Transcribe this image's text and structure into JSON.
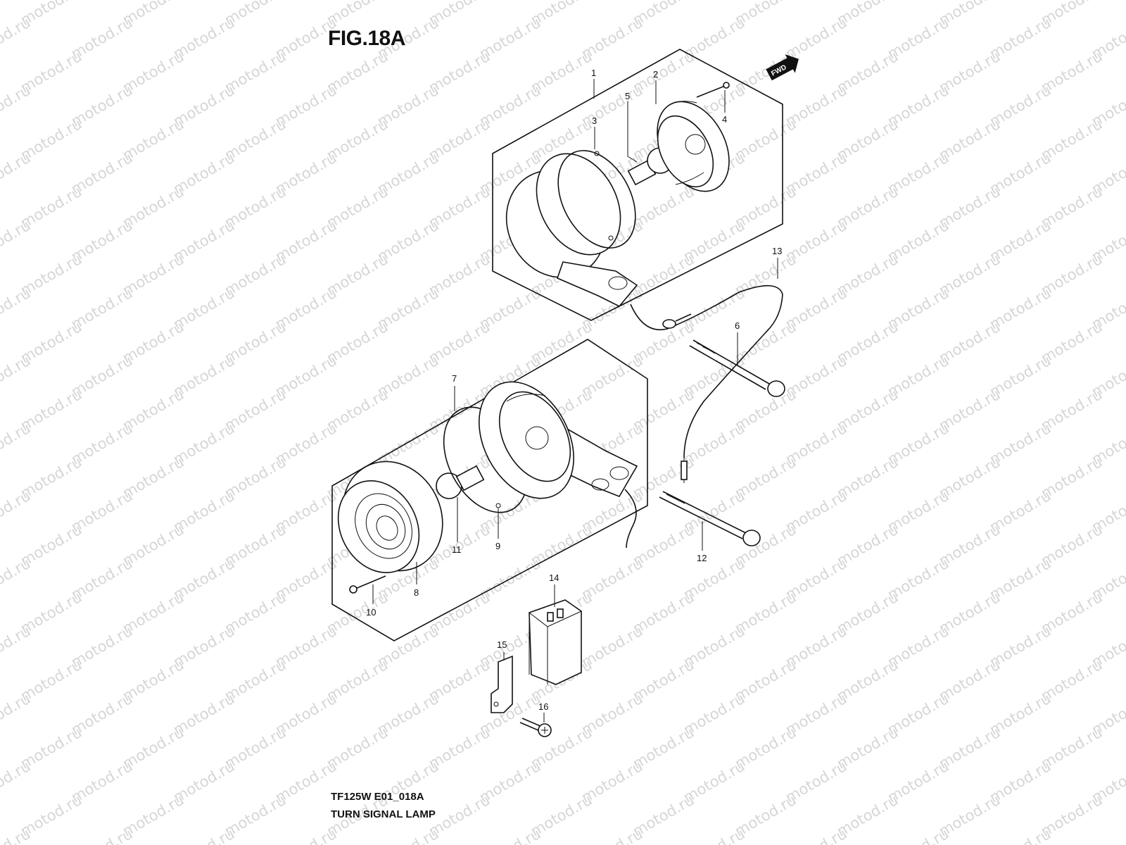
{
  "header": {
    "figure": "FIG.18A",
    "forward_badge": "FWD"
  },
  "footer": {
    "code": "TF125W E01_018A",
    "title": "TURN SIGNAL LAMP"
  },
  "watermark": "motod.ru",
  "callouts": [
    {
      "label": "1"
    },
    {
      "label": "2"
    },
    {
      "label": "3"
    },
    {
      "label": "4"
    },
    {
      "label": "5"
    },
    {
      "label": "6"
    },
    {
      "label": "7"
    },
    {
      "label": "8"
    },
    {
      "label": "9"
    },
    {
      "label": "10"
    },
    {
      "label": "11"
    },
    {
      "label": "12"
    },
    {
      "label": "13"
    },
    {
      "label": "14"
    },
    {
      "label": "15"
    },
    {
      "label": "16"
    }
  ]
}
